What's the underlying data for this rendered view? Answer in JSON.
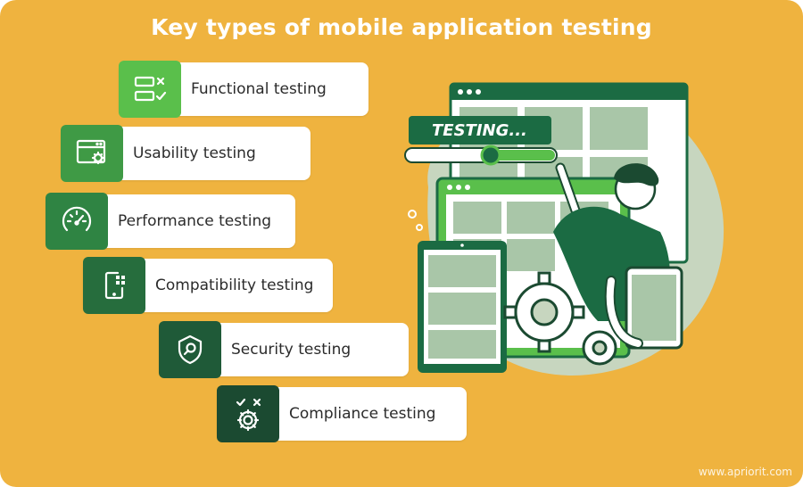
{
  "title": "Key types of mobile application testing",
  "items": [
    {
      "label": "Functional testing",
      "icon": "checklist-icon",
      "color": "#5abf4b"
    },
    {
      "label": "Usability testing",
      "icon": "window-gear-icon",
      "color": "#3f9a45"
    },
    {
      "label": "Performance testing",
      "icon": "speedometer-icon",
      "color": "#2f8443"
    },
    {
      "label": "Compatibility testing",
      "icon": "phone-grid-icon",
      "color": "#266d3d"
    },
    {
      "label": "Security testing",
      "icon": "shield-search-icon",
      "color": "#1f5a38"
    },
    {
      "label": "Compliance testing",
      "icon": "gear-check-icon",
      "color": "#1b4a31"
    }
  ],
  "illustration": {
    "badge_text": "TESTING..."
  },
  "footer": "www.apriorit.com"
}
